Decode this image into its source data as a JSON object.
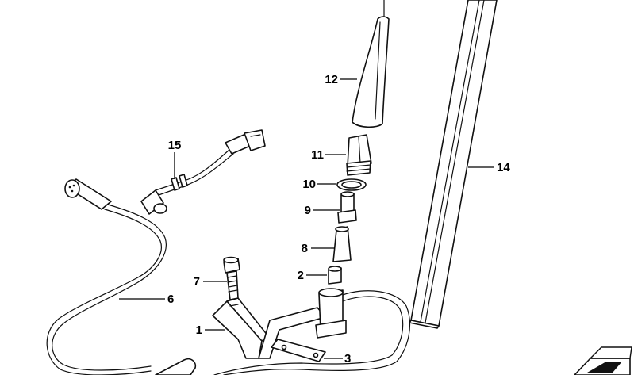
{
  "callouts": [
    {
      "id": "1",
      "label": "1"
    },
    {
      "id": "2",
      "label": "2"
    },
    {
      "id": "3",
      "label": "3"
    },
    {
      "id": "6",
      "label": "6"
    },
    {
      "id": "7",
      "label": "7"
    },
    {
      "id": "8",
      "label": "8"
    },
    {
      "id": "9",
      "label": "9"
    },
    {
      "id": "10",
      "label": "10"
    },
    {
      "id": "11",
      "label": "11"
    },
    {
      "id": "12",
      "label": "12"
    },
    {
      "id": "14",
      "label": "14"
    },
    {
      "id": "15",
      "label": "15"
    }
  ],
  "colors": {
    "line": "#111111",
    "background": "#ffffff",
    "text": "#000000"
  },
  "icons": {
    "corner_badge": "wrench-box-icon"
  }
}
